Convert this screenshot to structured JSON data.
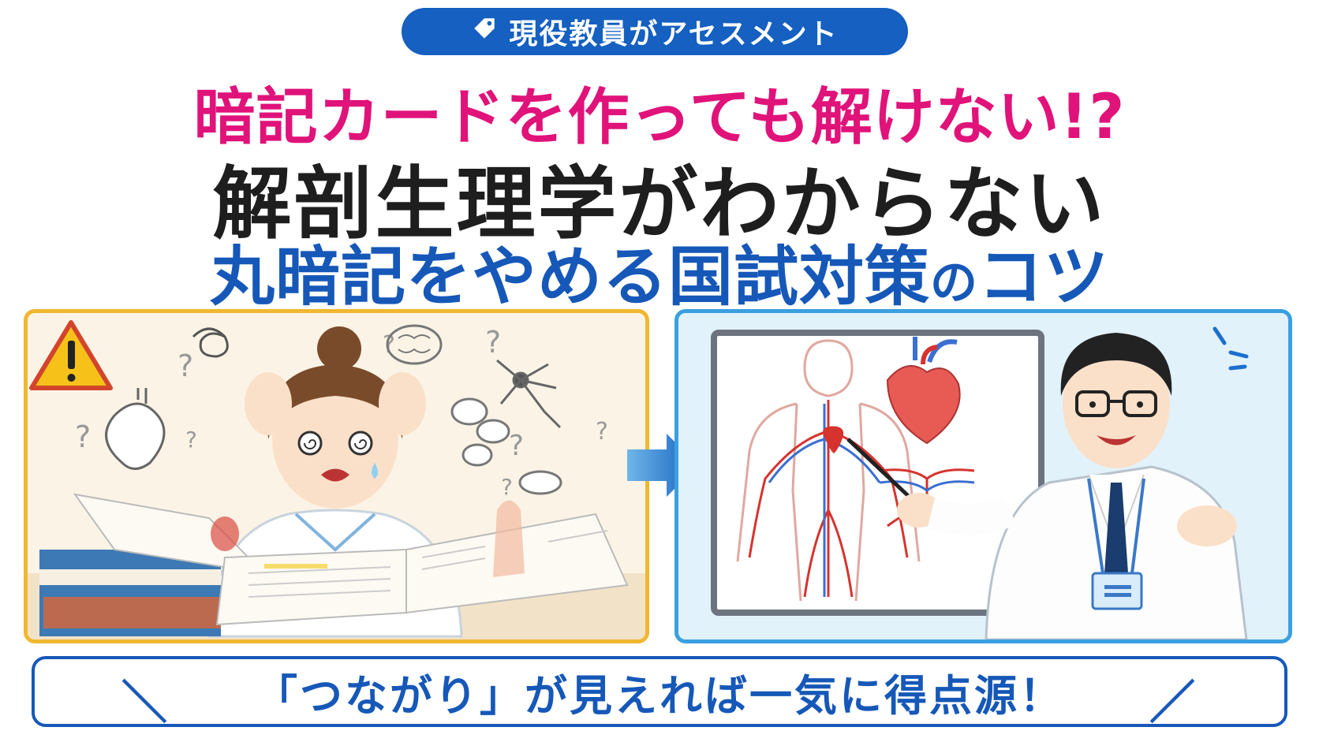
{
  "badge": {
    "icon": "tag-icon",
    "text": "現役教員がアセスメント"
  },
  "headline": {
    "line1": "暗記カードを作っても解けない!?",
    "line2": "解剖生理学がわからない",
    "line3_main": "丸暗記をやめる国試対策",
    "line3_small": "の",
    "line3_end": "コツ"
  },
  "panels": {
    "left": {
      "icon": "warning-icon"
    },
    "right": {}
  },
  "bottom": {
    "slash_left": "＼",
    "text": "「つながり」が見えれば一気に得点源！",
    "slash_right": "／"
  },
  "colors": {
    "pink": "#e0137a",
    "blue": "#1658b8",
    "dark": "#1e1e1e",
    "yellow_border": "#f0b730",
    "light_blue_border": "#3aa0e0"
  }
}
